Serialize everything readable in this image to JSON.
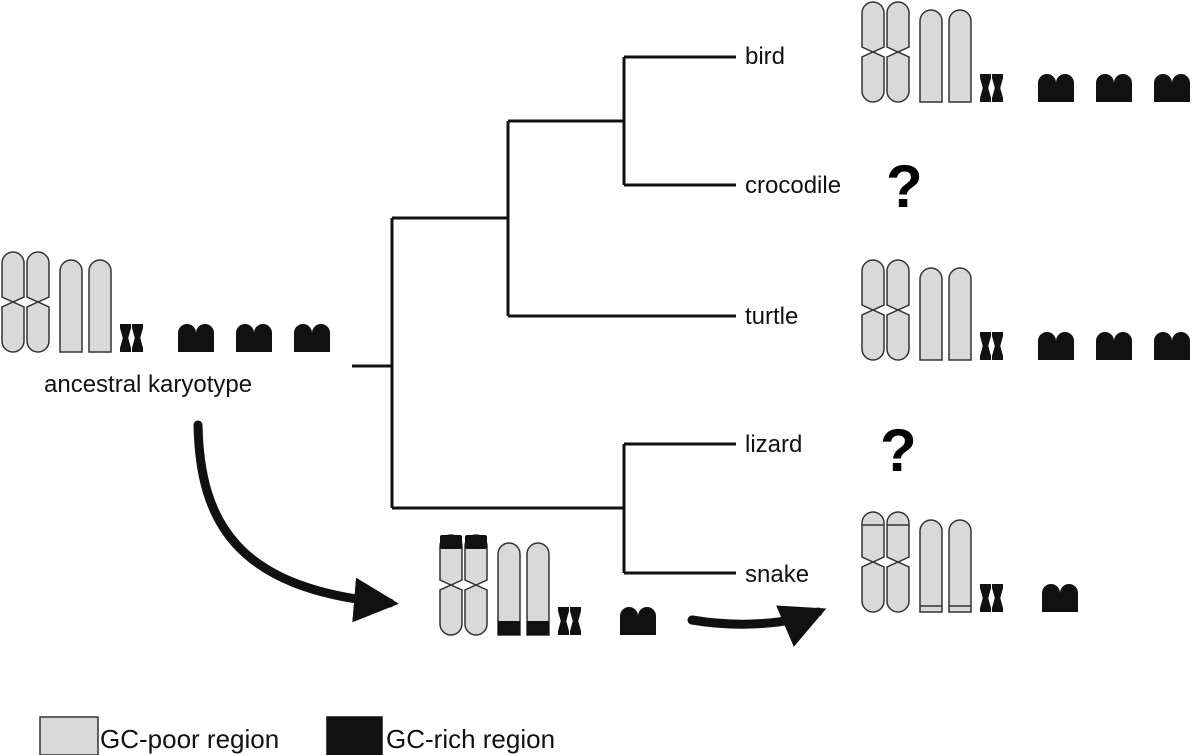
{
  "taxa": {
    "bird": "bird",
    "crocodile": "crocodile",
    "turtle": "turtle",
    "lizard": "lizard",
    "snake": "snake"
  },
  "ancestral_label": "ancestral karyotype",
  "unknown_mark": "?",
  "legend": {
    "gc_poor": "GC-poor region",
    "gc_rich": "GC-rich region"
  },
  "colors": {
    "gc_poor": "#d9d9d9",
    "gc_rich": "#111111",
    "lines": "#111111"
  }
}
